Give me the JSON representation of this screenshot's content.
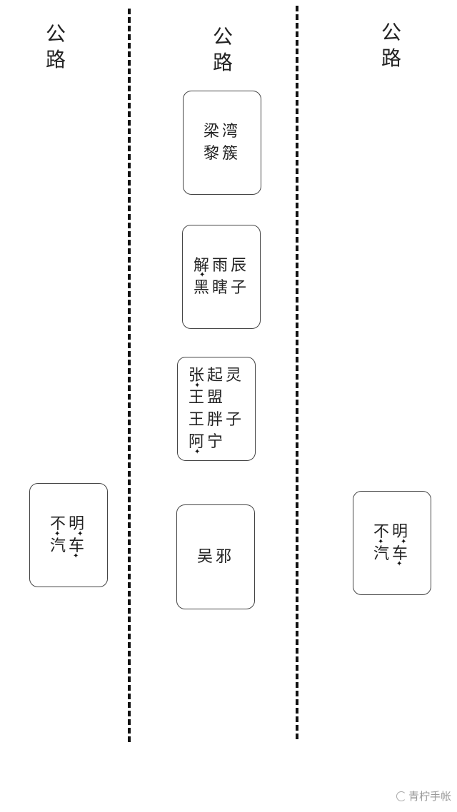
{
  "roads": [
    {
      "label": [
        "公",
        "路"
      ]
    },
    {
      "label": [
        "公",
        "路"
      ]
    },
    {
      "label": [
        "公",
        "路"
      ]
    }
  ],
  "middle_cars": [
    {
      "lines": [
        "梁湾",
        "黎簇"
      ]
    },
    {
      "lines": [
        "解雨辰",
        "黑瞎子"
      ]
    },
    {
      "lines": [
        "张起灵",
        "王盟",
        "王胖子",
        "阿宁"
      ]
    },
    {
      "lines": [
        "吴邪"
      ]
    }
  ],
  "left_car": {
    "lines": [
      "不明",
      "汽车"
    ]
  },
  "right_car": {
    "lines": [
      "不明",
      "汽车"
    ]
  },
  "watermark": "青柠手帐",
  "colors": {
    "line": "#111111",
    "border": "#444444",
    "text": "#222222",
    "watermark": "#999999"
  }
}
